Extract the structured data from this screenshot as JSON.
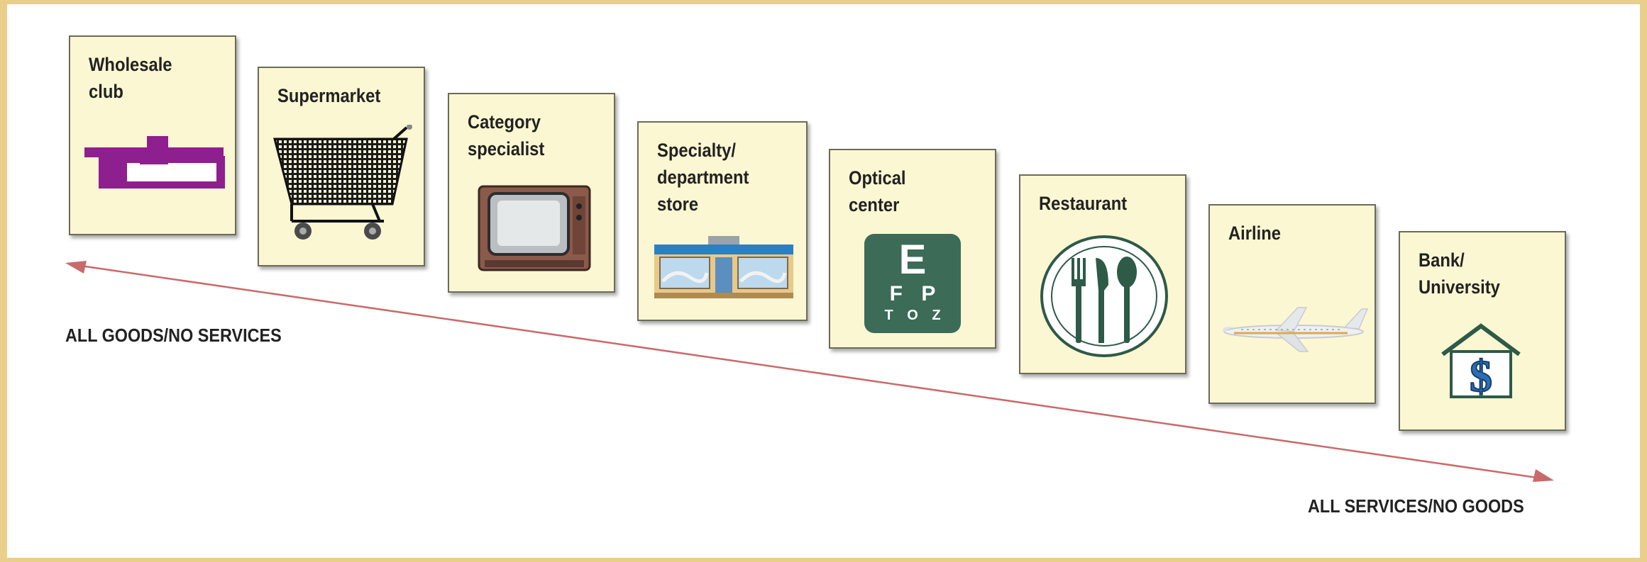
{
  "cards": [
    {
      "label": "Wholesale\nclub",
      "icon": "building-icon"
    },
    {
      "label": "Supermarket",
      "icon": "shopping-cart-icon"
    },
    {
      "label": "Category\nspecialist",
      "icon": "television-icon"
    },
    {
      "label": "Specialty/\ndepartment\nstore",
      "icon": "storefront-icon"
    },
    {
      "label": "Optical\ncenter",
      "icon": "eye-chart-icon"
    },
    {
      "label": "Restaurant",
      "icon": "plate-utensils-icon"
    },
    {
      "label": "Airline",
      "icon": "airplane-icon"
    },
    {
      "label": "Bank/\nUniversity",
      "icon": "bank-dollar-icon"
    }
  ],
  "eye_chart": {
    "line1": "E",
    "line2": "F P",
    "line3": "T O Z"
  },
  "bank_symbol": "$",
  "axis": {
    "left_label": "ALL GOODS/NO SERVICES",
    "right_label": "ALL SERVICES/NO GOODS"
  },
  "colors": {
    "card_fill": "#fbf7d2",
    "border_bg": "#e9cf8a",
    "arrow": "#c96a6a",
    "building": "#8e1f8e",
    "eye_chart": "#3c6b58"
  }
}
